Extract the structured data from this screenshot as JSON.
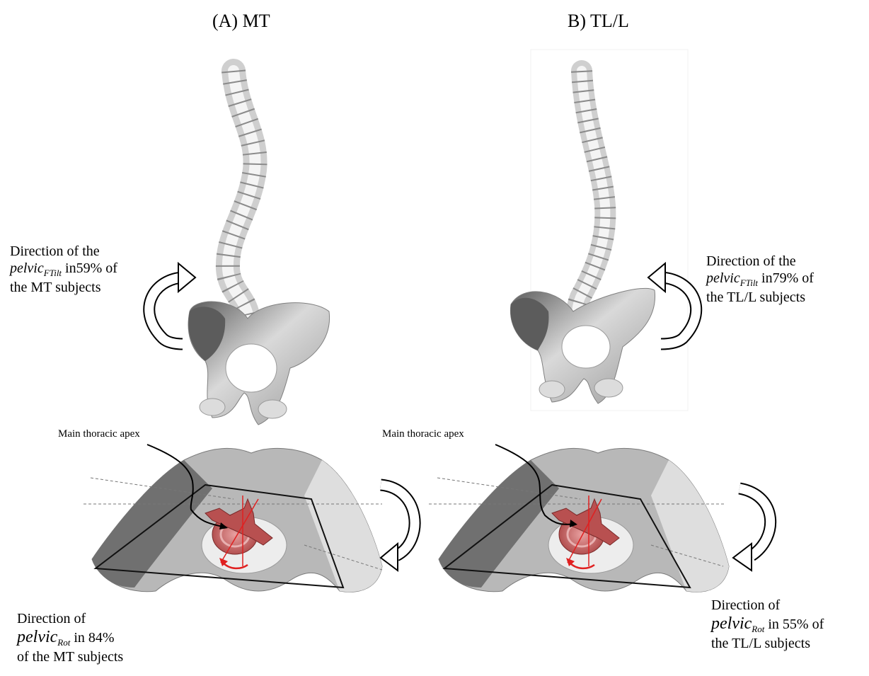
{
  "panels": [
    {
      "title": "(A) MT",
      "tilt_note": {
        "line1": "Direction of the",
        "symbol_base": "pelvic",
        "symbol_sub": "FTilt",
        "pct_text": " in59% of",
        "line3": "the MT subjects"
      },
      "apex_label": "Main thoracic apex",
      "rot_note": {
        "line1": "Direction of",
        "symbol_base": "pelvic",
        "symbol_sub": "Rot",
        "pct_text": " in 84%",
        "line3": "of the MT subjects"
      }
    },
    {
      "title": "B) TL/L",
      "tilt_note": {
        "line1": "Direction of the",
        "symbol_base": "pelvic",
        "symbol_sub": "FTilt",
        "pct_text": " in79% of",
        "line3": "the TL/L subjects"
      },
      "apex_label": "Main thoracic apex",
      "rot_note": {
        "line1": "Direction of",
        "symbol_base": "pelvic",
        "symbol_sub": "Rot",
        "pct_text": " in 55% of",
        "line3": "the TL/L subjects"
      }
    }
  ],
  "colors": {
    "bone_light": "#e8e8e8",
    "bone_dark": "#6e6e6e",
    "vertebra": "#c85a5a",
    "red_line": "#e02020"
  },
  "icons": [
    "curved-arrow-icon",
    "spine-illustration",
    "pelvis-illustration",
    "vertebra-illustration"
  ]
}
